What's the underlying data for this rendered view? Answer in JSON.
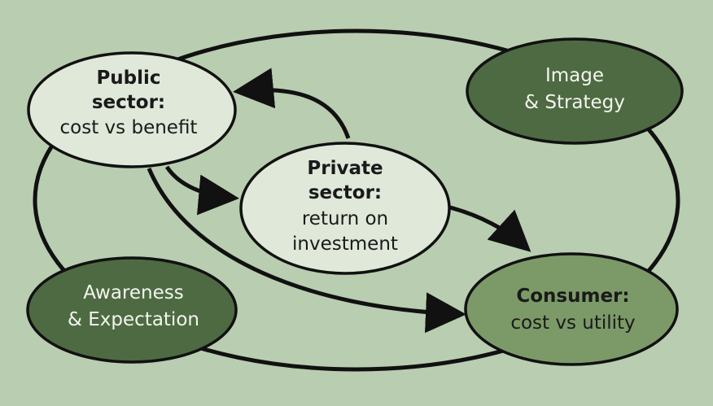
{
  "diagram": {
    "colors": {
      "background": "#b9cdb0",
      "light_node": "#dfe8d9",
      "dark_node": "#4e6a42",
      "mid_node": "#7c9a68",
      "stroke": "#111111"
    },
    "nodes": {
      "public_sector": {
        "title_line1": "Public",
        "title_line2": "sector:",
        "subtitle": "cost vs benefit"
      },
      "private_sector": {
        "title_line1": "Private",
        "title_line2": "sector:",
        "subtitle_line1": "return on",
        "subtitle_line2": "investment"
      },
      "consumer": {
        "title": "Consumer:",
        "subtitle": "cost vs utility"
      },
      "image_strategy": {
        "line1": "Image",
        "line2": "& Strategy"
      },
      "awareness_expectation": {
        "line1": "Awareness",
        "line2": "& Expectation"
      }
    }
  }
}
